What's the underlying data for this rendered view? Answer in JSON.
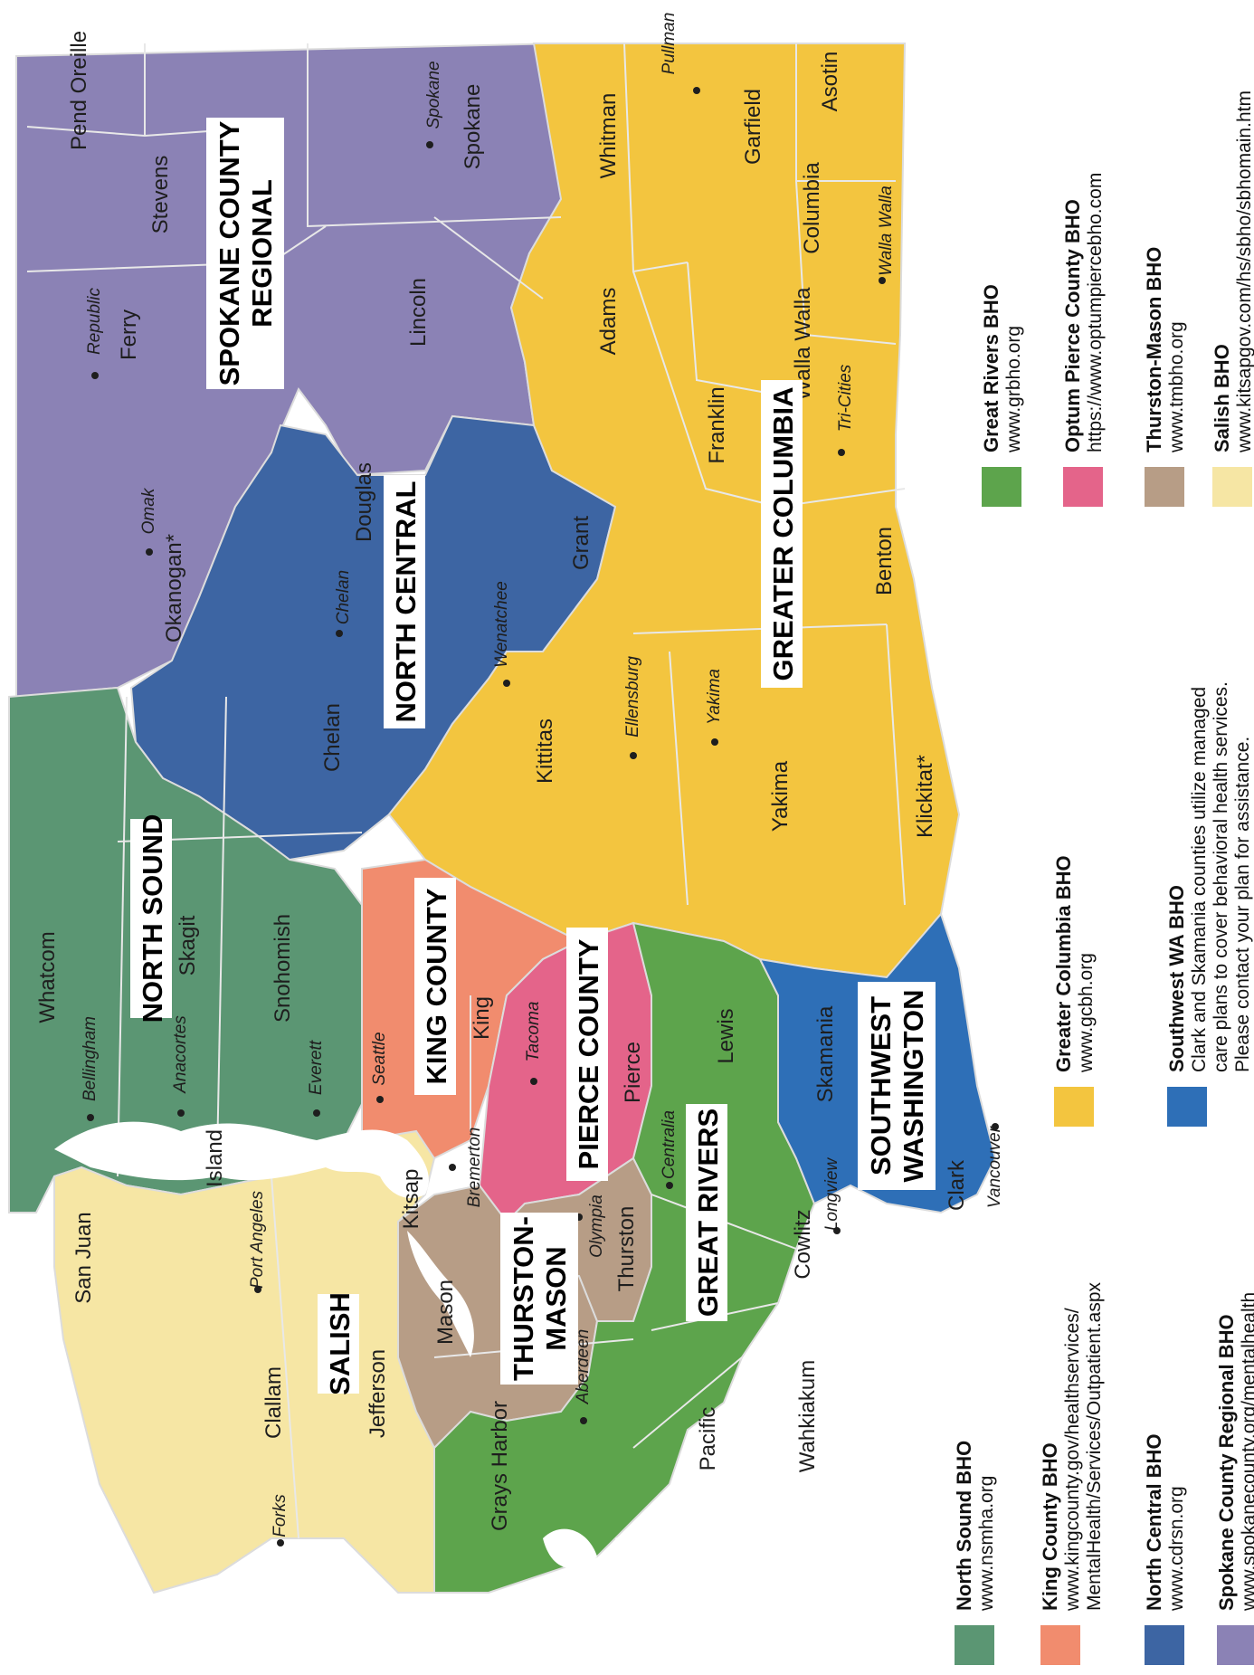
{
  "colors": {
    "spokane": "#8b82b5",
    "north_central": "#3d65a3",
    "greater_columbia": "#f3c53f",
    "north_sound": "#5b9673",
    "king": "#f18c6e",
    "pierce": "#e4648a",
    "thurston_mason": "#b79d86",
    "great_rivers": "#5da44c",
    "southwest": "#2e6fb7",
    "salish": "#f6e6a4",
    "water": "#ffffff",
    "border": "#dcdcdc"
  },
  "regions": [
    {
      "key": "spokane",
      "lines": [
        "SPOKANE COUNTY",
        "REGIONAL"
      ]
    },
    {
      "key": "north_central",
      "lines": [
        "NORTH CENTRAL"
      ]
    },
    {
      "key": "greater_columbia",
      "lines": [
        "GREATER COLUMBIA"
      ]
    },
    {
      "key": "north_sound",
      "lines": [
        "NORTH SOUND"
      ]
    },
    {
      "key": "king",
      "lines": [
        "KING COUNTY"
      ]
    },
    {
      "key": "pierce",
      "lines": [
        "PIERCE COUNTY"
      ]
    },
    {
      "key": "thurston_mason",
      "lines": [
        "THURSTON-",
        "MASON"
      ]
    },
    {
      "key": "great_rivers",
      "lines": [
        "GREAT RIVERS"
      ]
    },
    {
      "key": "southwest",
      "lines": [
        "SOUTHWEST",
        "WASHINGTON"
      ]
    },
    {
      "key": "salish",
      "lines": [
        "SALISH"
      ]
    }
  ],
  "counties": [
    {
      "name": "Pend Oreille"
    },
    {
      "name": "Stevens"
    },
    {
      "name": "Ferry"
    },
    {
      "name": "Spokane"
    },
    {
      "name": "Lincoln"
    },
    {
      "name": "Adams"
    },
    {
      "name": "Whitman"
    },
    {
      "name": "Asotin"
    },
    {
      "name": "Garfield"
    },
    {
      "name": "Columbia"
    },
    {
      "name": "Walla Walla"
    },
    {
      "name": "Franklin"
    },
    {
      "name": "Benton"
    },
    {
      "name": "Okanogan*"
    },
    {
      "name": "Douglas"
    },
    {
      "name": "Grant"
    },
    {
      "name": "Chelan"
    },
    {
      "name": "Kittitas"
    },
    {
      "name": "Yakima"
    },
    {
      "name": "Klickitat*"
    },
    {
      "name": "Whatcom"
    },
    {
      "name": "Skagit"
    },
    {
      "name": "Snohomish"
    },
    {
      "name": "San Juan"
    },
    {
      "name": "Island"
    },
    {
      "name": "King"
    },
    {
      "name": "Kitsap"
    },
    {
      "name": "Pierce"
    },
    {
      "name": "Mason"
    },
    {
      "name": "Thurston"
    },
    {
      "name": "Lewis"
    },
    {
      "name": "Skamania"
    },
    {
      "name": "Cowlitz"
    },
    {
      "name": "Clark"
    },
    {
      "name": "Wahkiakum"
    },
    {
      "name": "Pacific"
    },
    {
      "name": "Grays Harbor"
    },
    {
      "name": "Jefferson"
    },
    {
      "name": "Clallam"
    }
  ],
  "cities": [
    {
      "name": "Pullman"
    },
    {
      "name": "Spokane"
    },
    {
      "name": "Republic"
    },
    {
      "name": "Walla Walla"
    },
    {
      "name": "Tri-Cities"
    },
    {
      "name": "Omak"
    },
    {
      "name": "Chelan"
    },
    {
      "name": "Wenatchee"
    },
    {
      "name": "Ellensburg"
    },
    {
      "name": "Yakima"
    },
    {
      "name": "Bellingham"
    },
    {
      "name": "Anacortes"
    },
    {
      "name": "Everett"
    },
    {
      "name": "Seattle"
    },
    {
      "name": "Tacoma"
    },
    {
      "name": "Bremerton"
    },
    {
      "name": "Olympia"
    },
    {
      "name": "Centralia"
    },
    {
      "name": "Longview"
    },
    {
      "name": "Vancouver"
    },
    {
      "name": "Aberdeen"
    },
    {
      "name": "Port Angeles"
    },
    {
      "name": "Forks"
    }
  ],
  "legend": [
    {
      "key": "great_rivers",
      "title": "Great Rivers BHO",
      "lines": [
        "www.grbho.org"
      ]
    },
    {
      "key": "pierce",
      "title": "Optum Pierce County BHO",
      "lines": [
        "https://www.optumpiercebho.com"
      ]
    },
    {
      "key": "thurston_mason",
      "title": "Thurston-Mason BHO",
      "lines": [
        "www.tmbho.org"
      ]
    },
    {
      "key": "salish",
      "title": "Salish BHO",
      "lines": [
        "www.kitsapgov.com/hs/sbho/sbhomain.htm"
      ]
    },
    {
      "key": "greater_columbia",
      "title": "Greater Columbia BHO",
      "lines": [
        "www.gcbh.org"
      ]
    },
    {
      "key": "southwest",
      "title": "Southwest WA BHO",
      "lines": [
        "Clark and Skamania counties utilize managed",
        "care plans to cover behavioral health services.",
        "Please contact your plan for assistance."
      ]
    },
    {
      "key": "north_sound",
      "title": "North Sound BHO",
      "lines": [
        "www.nsmha.org"
      ]
    },
    {
      "key": "king",
      "title": "King County BHO",
      "lines": [
        "www.kingcounty.gov/healthservices/",
        "MentalHealth/Services/Outpatient.aspx"
      ]
    },
    {
      "key": "north_central",
      "title": "North Central BHO",
      "lines": [
        "www.cdrsn.org"
      ]
    },
    {
      "key": "spokane",
      "title": "Spokane County Regional BHO",
      "lines": [
        "www.spokanecounty.org/mentalhealth"
      ]
    }
  ]
}
